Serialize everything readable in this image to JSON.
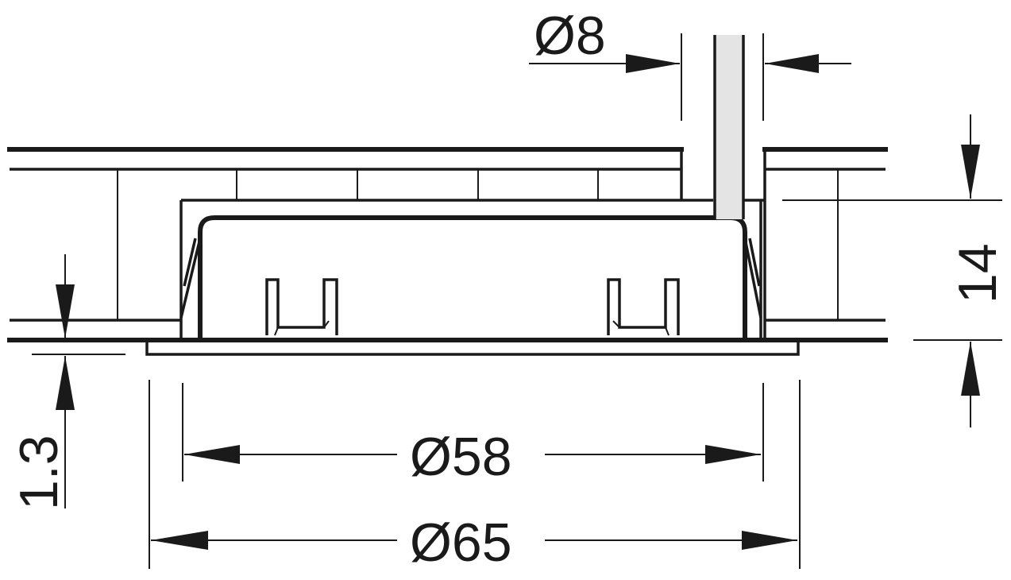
{
  "dimensions": {
    "cable_diameter": "Ø8",
    "inner_diameter": "Ø58",
    "outer_diameter": "Ø65",
    "installation_depth": "14",
    "flange_thickness": "1.3"
  },
  "colors": {
    "line": "#1a1a1a",
    "cable_fill": "#e4e4e4",
    "background": "#ffffff"
  }
}
